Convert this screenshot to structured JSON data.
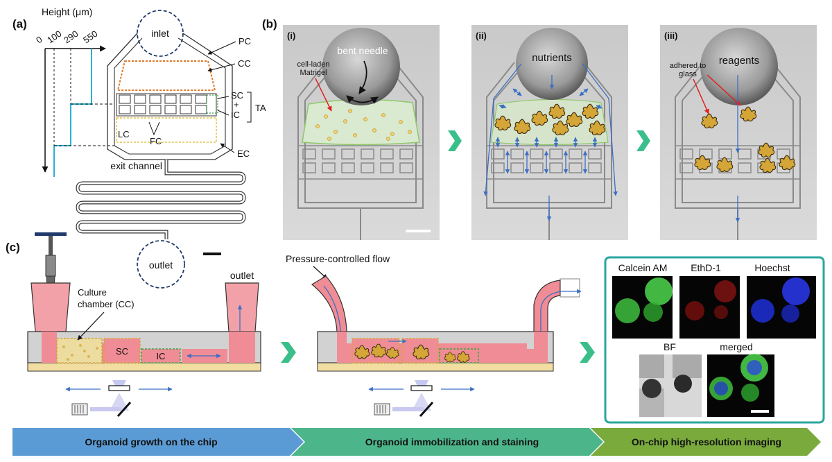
{
  "panels": {
    "a": "(a)",
    "b": "(b)",
    "b_i": "(i)",
    "b_ii": "(ii)",
    "b_iii": "(iii)",
    "c": "(c)"
  },
  "panel_a": {
    "height_title": "Height (μm)",
    "heights": [
      "0",
      "100",
      "290",
      "550"
    ],
    "labels": {
      "inlet": "inlet",
      "pc": "PC",
      "cc": "CC",
      "sc": "SC",
      "plus": "+",
      "ic": "IC",
      "ta": "TA",
      "lc": "LC",
      "fc": "FC",
      "ec": "EC",
      "exit_channel": "exit channel",
      "outlet": "outlet"
    }
  },
  "panel_b": {
    "i_labels": {
      "bent_needle": "bent needle",
      "cell_laden_1": "cell-laden",
      "cell_laden_2": "Matrigel"
    },
    "ii_labels": {
      "nutrients": "nutrients"
    },
    "iii_labels": {
      "reagents": "reagents",
      "adhered_1": "adhered to",
      "adhered_2": "glass"
    }
  },
  "panel_c": {
    "culture_chamber_1": "Culture",
    "culture_chamber_2": "chamber (CC)",
    "sc": "SC",
    "ic": "IC",
    "outlet": "outlet",
    "pressure_flow": "Pressure-controlled flow",
    "stain_labels": [
      "Calcein AM",
      "EthD-1",
      "Hoechst",
      "BF",
      "merged"
    ]
  },
  "banner": {
    "step1": "Organoid growth on the chip",
    "step2": "Organoid immobilization and staining",
    "step3": "On-chip high-resolution imaging"
  },
  "colors": {
    "arrow_blue": "#3a6fc4",
    "chevron_green": "#3bbf8a",
    "organoid_gold": "#d4a537",
    "chip_pink": "#f08c95",
    "banner_blue": "#5b9bd5",
    "banner_green": "#4cb58a",
    "banner_olive": "#7aaa3c",
    "frame_teal": "#2aa6a0"
  }
}
